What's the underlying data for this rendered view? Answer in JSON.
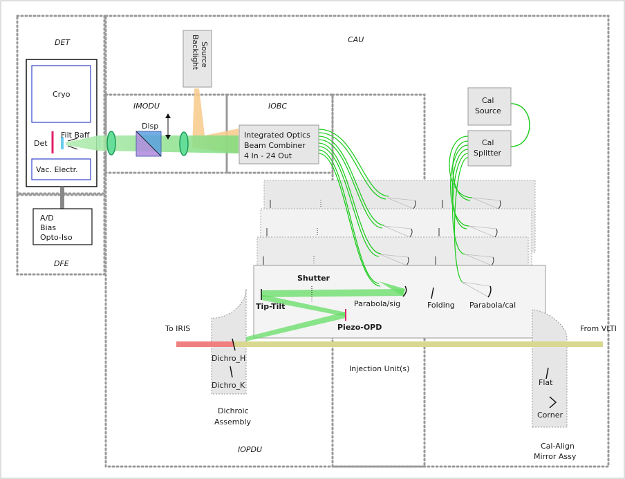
{
  "labels": {
    "det": "DET",
    "cau": "CAU",
    "imodu": "IMODU",
    "iobc": "IOBC",
    "dfe": "DFE",
    "iopdu": "IOPDU",
    "cryo": "Cryo",
    "det_detector": "Det",
    "filt_baff": "Filt Baff",
    "vac_electr": "Vac. Electr.",
    "ad_line1": "A/D",
    "ad_line2": "Bias",
    "ad_line3": "Opto-Iso",
    "backlight_line1": "Backlight",
    "backlight_line2": "Source",
    "disp": "Disp",
    "iobc_line1": "Integrated Optics",
    "iobc_line2": "Beam Combiner",
    "iobc_line3": "4 In - 24 Out",
    "cal_source_line1": "Cal",
    "cal_source_line2": "Source",
    "cal_splitter_line1": "Cal",
    "cal_splitter_line2": "Splitter",
    "shutter": "Shutter",
    "tip_tilt": "Tip-Tilt",
    "parabola_sig": "Parabola/sig",
    "folding": "Folding",
    "parabola_cal": "Parabola/cal",
    "piezo_opd": "Piezo-OPD",
    "to_iris": "To IRIS",
    "from_vlti": "From VLTI",
    "dichro_h": "Dichro_H",
    "dichro_k": "Dichro_K",
    "injection_units": "Injection Unit(s)",
    "dichroic_line1": "Dichroic",
    "dichroic_line2": "Assembly",
    "flat": "Flat",
    "corner": "Corner",
    "cal_align_line1": "Cal-Align",
    "cal_align_line2": "Mirror Assy"
  },
  "colors": {
    "beam_green": "#66dd66",
    "beam_orange": "#f8c98a",
    "fiber_green": "#22cc22",
    "beam_red": "#f08080",
    "beam_yellow": "#d8d890",
    "box_gray": "#e6e6e6",
    "frame_blue": "#3344cc",
    "det_magenta": "#e0206a",
    "filter_cyan": "#66ccee",
    "lens_green": "#1a9a5a",
    "prism_blue": "#5a9fe0",
    "prism_purple": "#b08ae0"
  }
}
